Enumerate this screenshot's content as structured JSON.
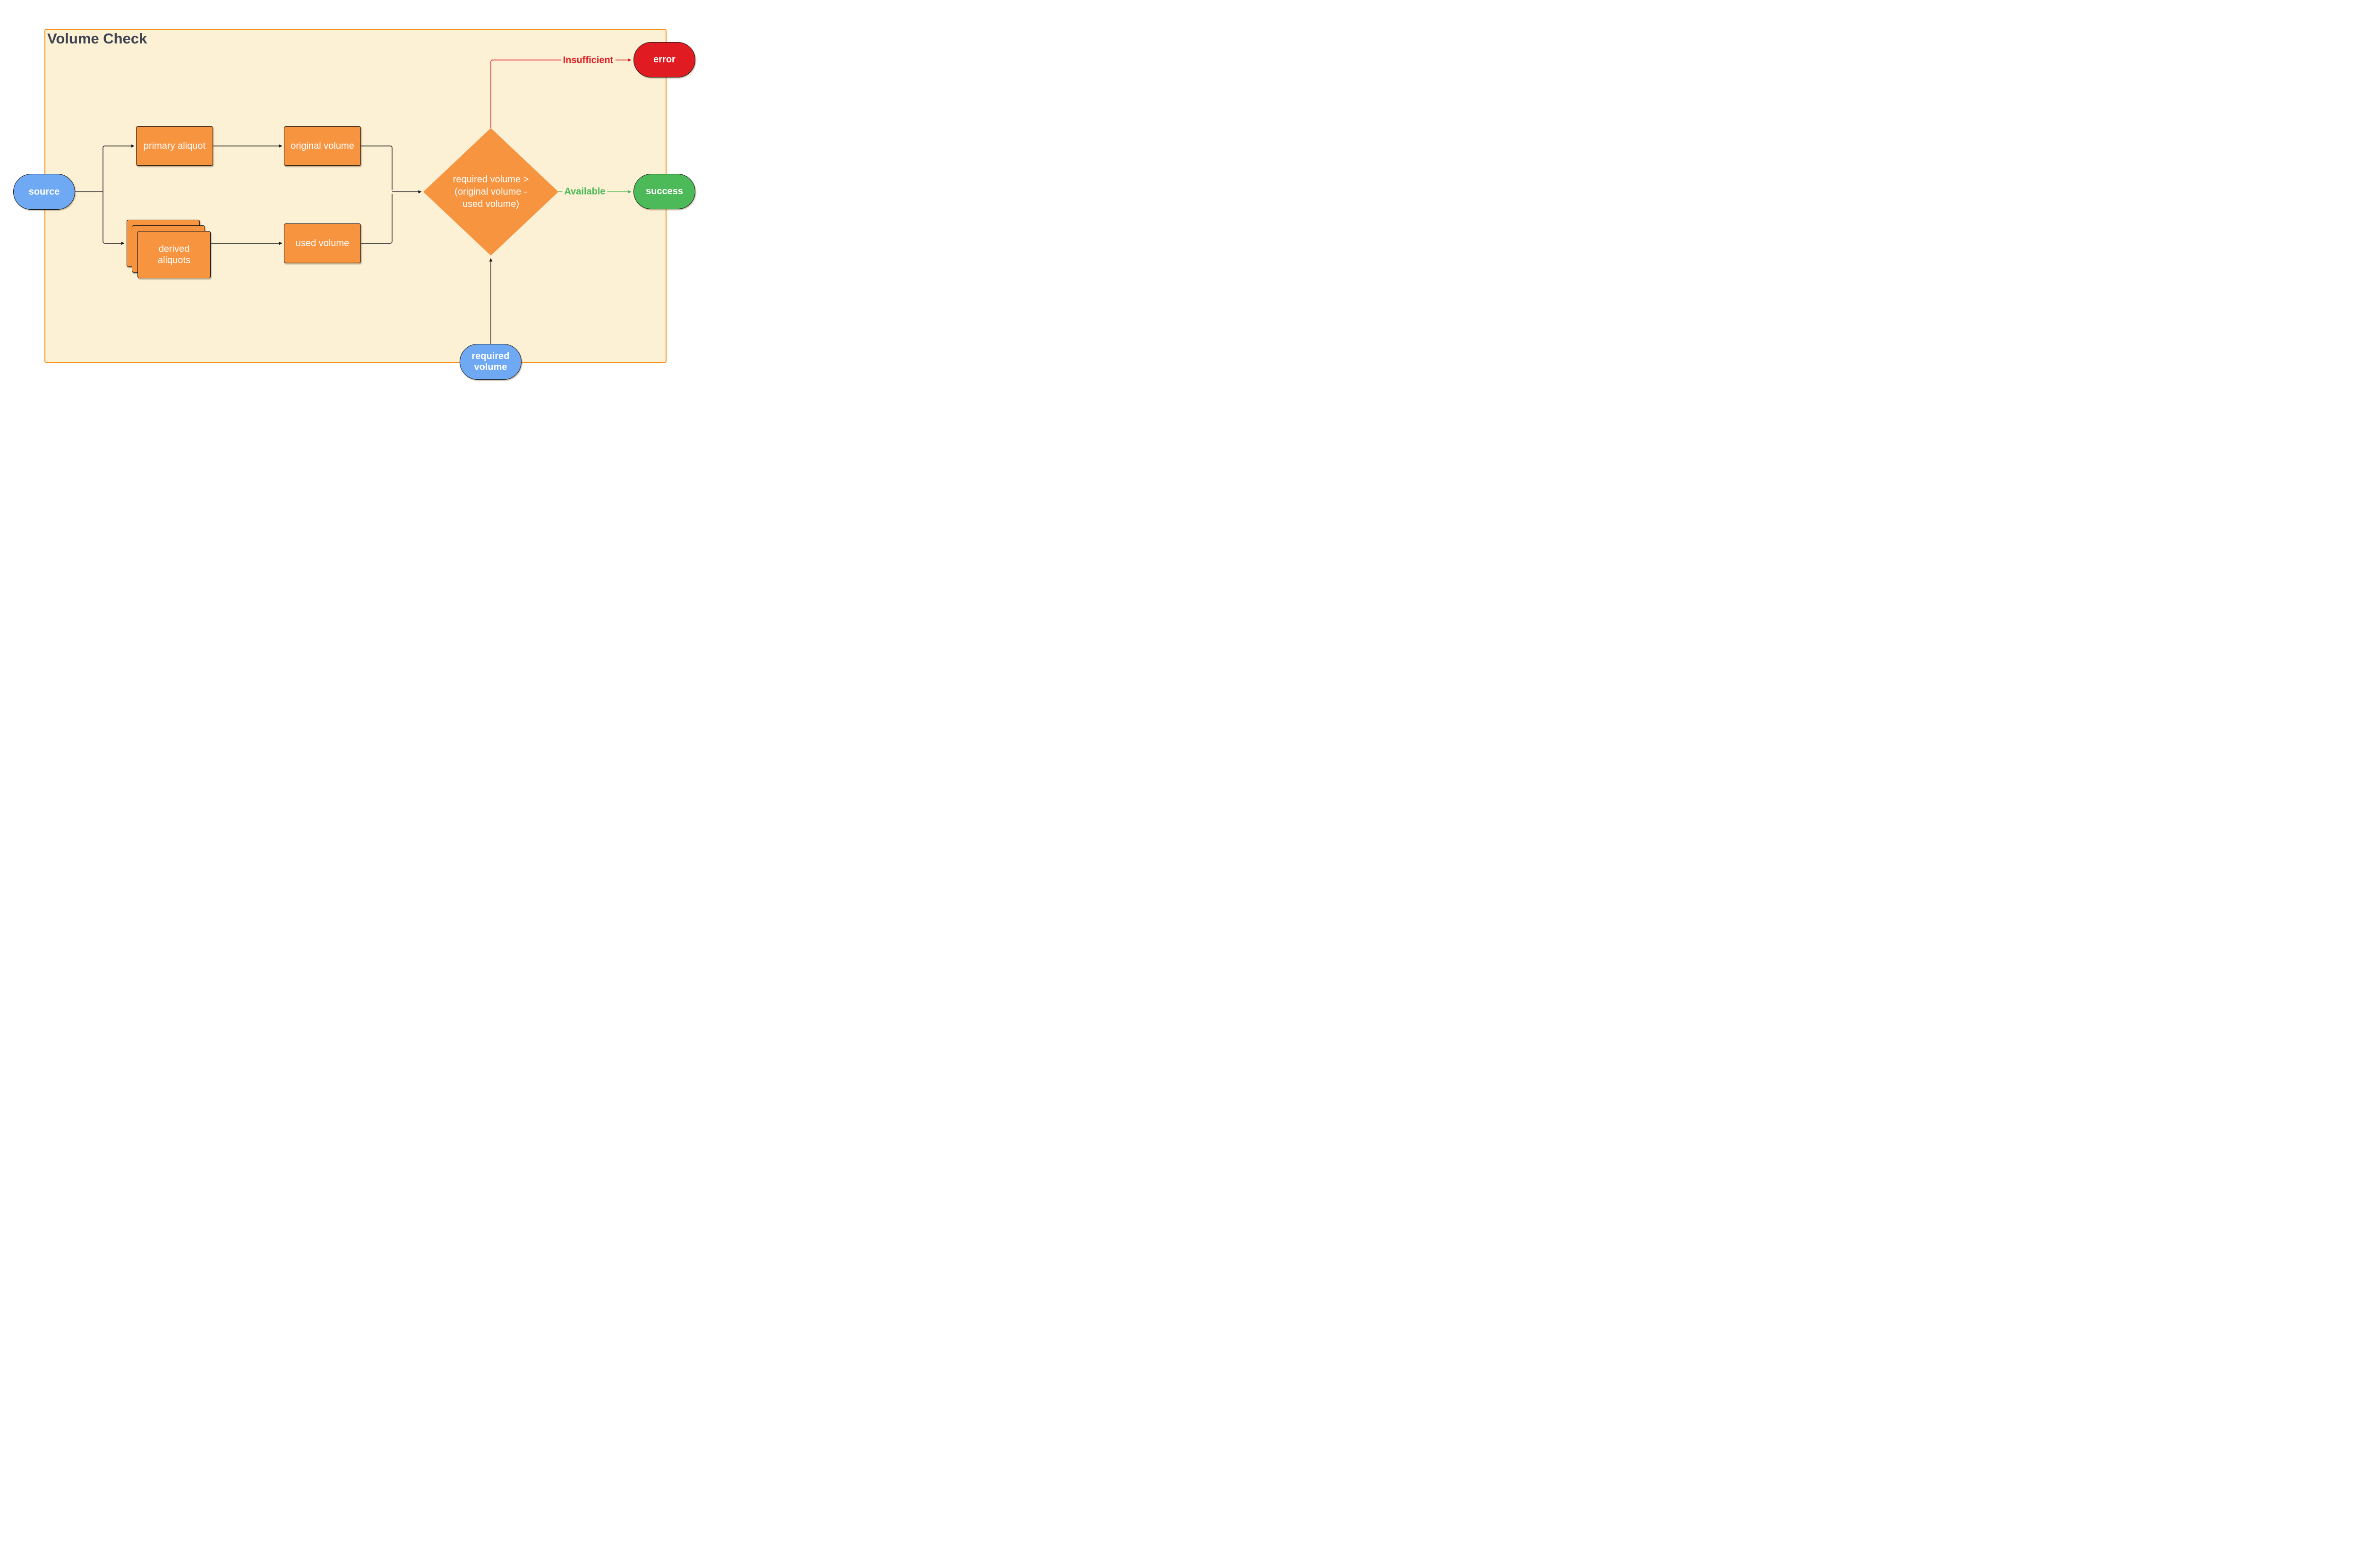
{
  "diagram": {
    "title": "Volume Check",
    "nodes": {
      "source": {
        "label": "source",
        "type": "terminator"
      },
      "primary_aliquot": {
        "label": "primary aliquot",
        "type": "process"
      },
      "original_volume": {
        "label": "original volume",
        "type": "process"
      },
      "derived_aliquots": {
        "label": "derived aliquots",
        "type": "stacked-process"
      },
      "used_volume": {
        "label": "used volume",
        "type": "process"
      },
      "decision": {
        "label": "required volume > (original volume - used volume)",
        "lines": [
          "required volume >",
          "(original volume -",
          "used volume)"
        ],
        "type": "decision"
      },
      "error": {
        "label": "error",
        "type": "terminator"
      },
      "success": {
        "label": "success",
        "type": "terminator"
      },
      "required_volume": {
        "label": "required volume",
        "type": "terminator"
      }
    },
    "edges": {
      "insufficient": {
        "label": "Insufficient",
        "color": "#E01B22"
      },
      "available": {
        "label": "Available",
        "color": "#4CBA58"
      }
    },
    "colors": {
      "container_fill": "#FCF0D5",
      "container_border": "#F7931E",
      "process_fill": "#F79440",
      "terminator_blue": "#6FA9F4",
      "error_red": "#E01B22",
      "success_green": "#4CBA58",
      "title_text": "#3D4351",
      "connector": "#1C1C1C"
    }
  }
}
